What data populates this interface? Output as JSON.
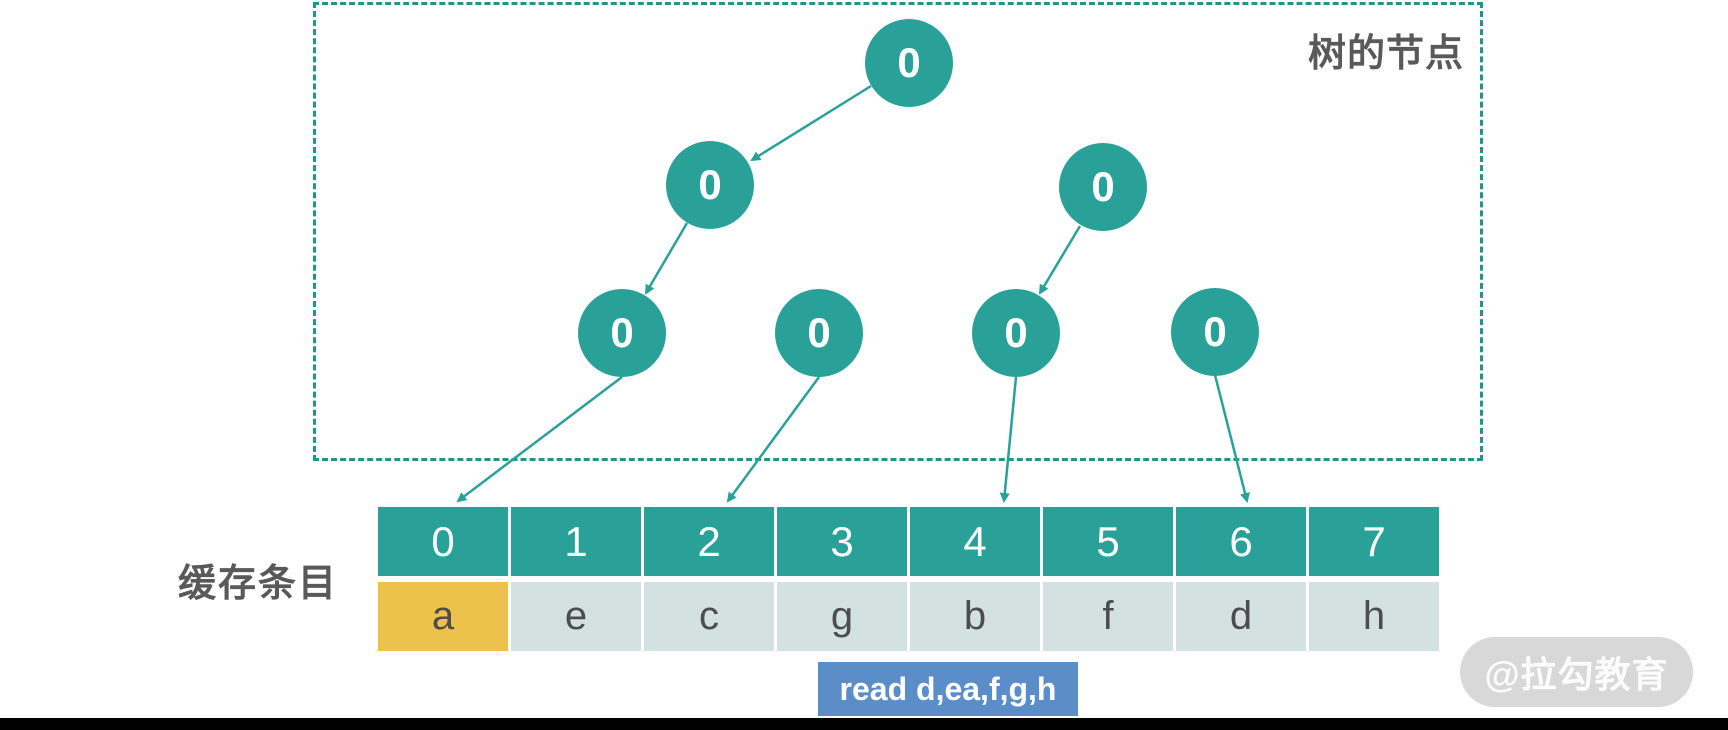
{
  "panel": {
    "label": "树的节点"
  },
  "tree": {
    "nodes": [
      {
        "id": "root",
        "value": "0"
      },
      {
        "id": "level2-left",
        "value": "0"
      },
      {
        "id": "level2-right",
        "value": "0"
      },
      {
        "id": "level3-1",
        "value": "0"
      },
      {
        "id": "level3-2",
        "value": "0"
      },
      {
        "id": "level3-3",
        "value": "0"
      },
      {
        "id": "level3-4",
        "value": "0"
      }
    ]
  },
  "cache": {
    "label": "缓存条目",
    "indices": [
      "0",
      "1",
      "2",
      "3",
      "4",
      "5",
      "6",
      "7"
    ],
    "letters": [
      "a",
      "e",
      "c",
      "g",
      "b",
      "f",
      "d",
      "h"
    ],
    "highlighted_index": 0
  },
  "read_badge": {
    "text": "read d,ea,f,g,h"
  },
  "watermark": {
    "text": "@拉勾教育"
  },
  "colors": {
    "teal": "#2aa198",
    "dashed_border": "#21948b",
    "cell_light": "#d3e2e0",
    "highlight_yellow": "#ecc24d",
    "badge_blue": "#5b8ec9",
    "label_gray": "#595959",
    "letter_gray": "#4d4d4d",
    "watermark_gray": "#d8d8d8",
    "bottom_bar": "#000000"
  }
}
